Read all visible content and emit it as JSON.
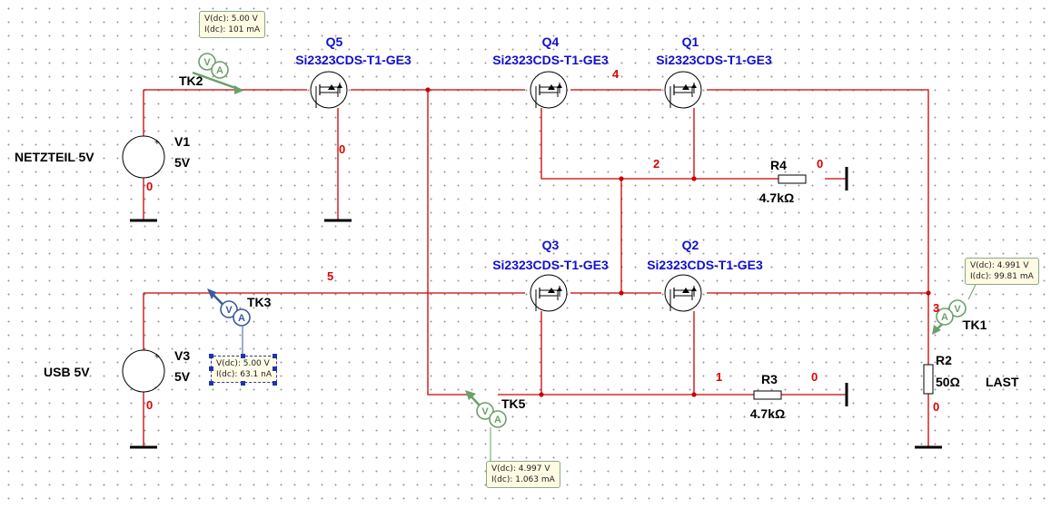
{
  "components": {
    "V1": {
      "ref": "V1",
      "value": "5V",
      "label": "NETZTEIL 5V"
    },
    "V3": {
      "ref": "V3",
      "value": "5V",
      "label": "USB 5V"
    },
    "Q5": {
      "ref": "Q5",
      "part": "Si2323CDS-T1-GE3"
    },
    "Q4": {
      "ref": "Q4",
      "part": "Si2323CDS-T1-GE3"
    },
    "Q1": {
      "ref": "Q1",
      "part": "Si2323CDS-T1-GE3"
    },
    "Q3": {
      "ref": "Q3",
      "part": "Si2323CDS-T1-GE3"
    },
    "Q2": {
      "ref": "Q2",
      "part": "Si2323CDS-T1-GE3"
    },
    "R4": {
      "ref": "R4",
      "value": "4.7kΩ"
    },
    "R3": {
      "ref": "R3",
      "value": "4.7kΩ"
    },
    "R2": {
      "ref": "R2",
      "value": "50Ω",
      "label": "LAST"
    }
  },
  "nets": {
    "v1_gnd": "0",
    "q5_gate": "0",
    "node4": "4",
    "node2": "2",
    "r4_gnd": "0",
    "node5": "5",
    "v3_gnd": "0",
    "node1": "1",
    "r3_gnd": "0",
    "node3": "3",
    "r2_gnd": "0"
  },
  "probes": {
    "TK2": {
      "name": "TK2",
      "v": "V(dc): 5.00 V",
      "i": "I(dc): 101 mA"
    },
    "TK3": {
      "name": "TK3",
      "v": "V(dc): 5.00 V",
      "i": "I(dc): 63.1 nA"
    },
    "TK5": {
      "name": "TK5",
      "v": "V(dc): 4.997 V",
      "i": "I(dc): 1.063 mA"
    },
    "TK1": {
      "name": "TK1",
      "v": "V(dc): 4.991 V",
      "i": "I(dc): 99.81 mA"
    }
  },
  "probe_glyphs": {
    "volt": "V",
    "amp": "A"
  },
  "colors": {
    "wire": "#cc0000",
    "net_label": "#e00000",
    "part_label": "#1010d0",
    "probe": "#6aa06a",
    "probe_selected": "#3a5aa0"
  }
}
